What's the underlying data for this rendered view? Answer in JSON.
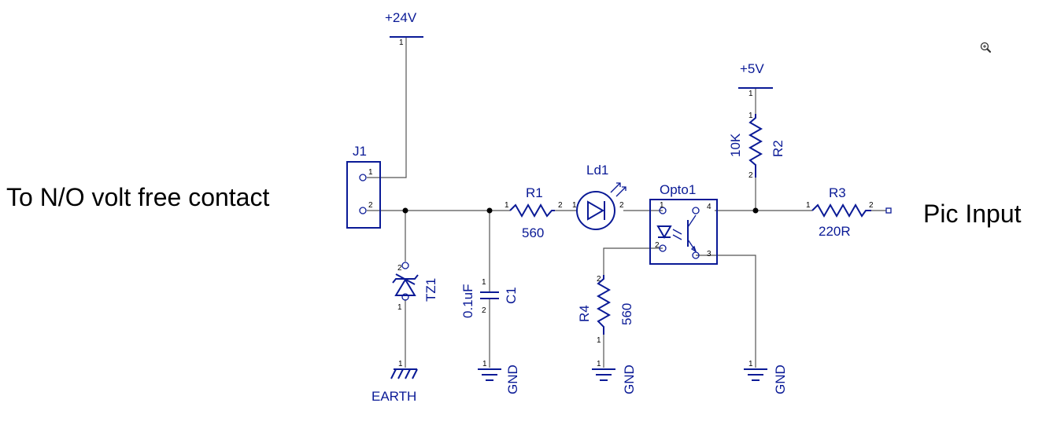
{
  "external_labels": {
    "left": "To N/O volt free contact",
    "right": "Pic Input"
  },
  "zoom_icon": "zoom-in-icon",
  "rails": {
    "v24": "+24V",
    "v5": "+5V",
    "earth": "EARTH",
    "gnd": "GND"
  },
  "components": {
    "J1": {
      "ref": "J1"
    },
    "TZ1": {
      "ref": "TZ1"
    },
    "C1": {
      "ref": "C1",
      "value": "0.1uF"
    },
    "R1": {
      "ref": "R1",
      "value": "560"
    },
    "Ld1": {
      "ref": "Ld1"
    },
    "Opto1": {
      "ref": "Opto1"
    },
    "R2": {
      "ref": "R2",
      "value": "10K"
    },
    "R3": {
      "ref": "R3",
      "value": "220R"
    },
    "R4": {
      "ref": "R4",
      "value": "560"
    }
  },
  "pin_numbers": {
    "p1": "1",
    "p2": "2",
    "p3": "3",
    "p4": "4"
  },
  "colors": {
    "component": "#0a1a96",
    "wire": "#555555",
    "text": "#000000",
    "background": "#ffffff"
  }
}
